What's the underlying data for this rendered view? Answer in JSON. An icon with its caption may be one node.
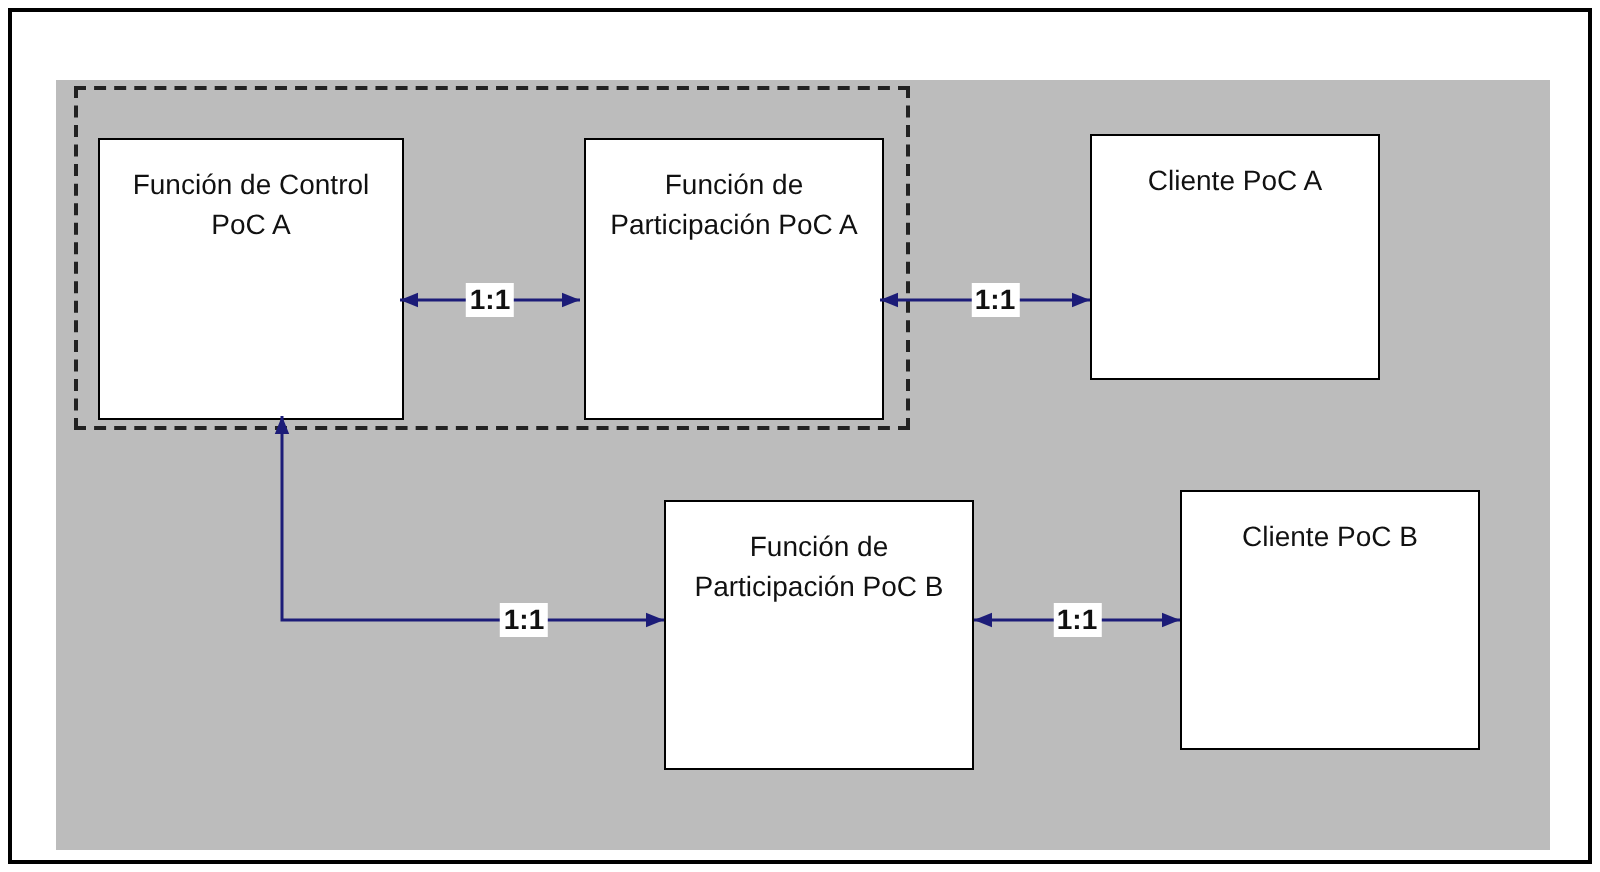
{
  "diagram": {
    "nodes": [
      {
        "text": [],
        "shape": "box"
      },
      {
        "text": [
          "Función de Control PoC A"
        ],
        "in": 0
      },
      {
        "text": [
          "Función de Participación PoC A"
        ],
        "in": 0
      },
      {
        "text": [
          "Cliente PoC A"
        ]
      },
      {
        "text": [
          "Función de Participación PoC B"
        ]
      },
      {
        "text": [
          "Cliente PoC B"
        ]
      }
    ],
    "edges": [
      {
        "from": 1,
        "to": 2,
        "arrow": "both",
        "label": "1:1"
      },
      {
        "from": 2,
        "to": 3,
        "arrow": "both",
        "label": "1:1"
      },
      {
        "from": 1,
        "to": 4,
        "arrow": "both",
        "label": "1:1"
      },
      {
        "from": 4,
        "to": 5,
        "arrow": "both",
        "label": "1:1"
      }
    ]
  }
}
